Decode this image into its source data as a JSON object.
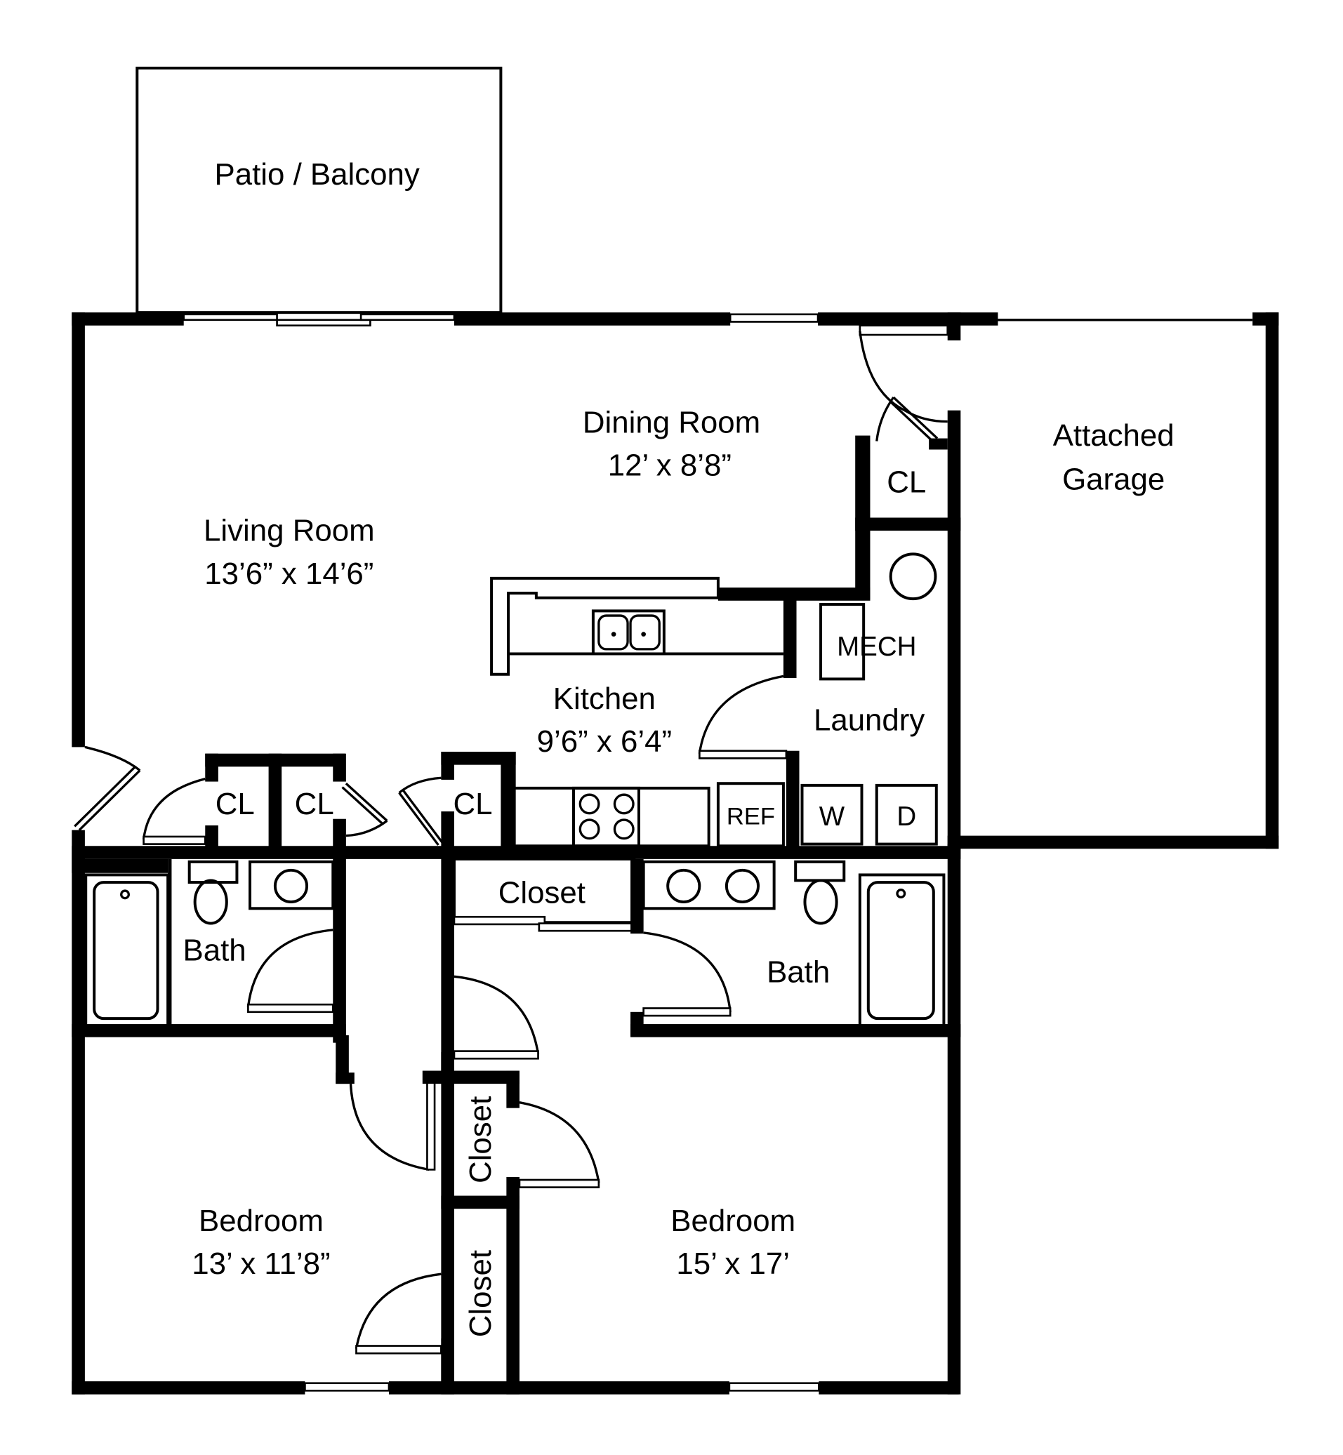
{
  "plan": {
    "colors": {
      "wall": "#000000",
      "background": "#ffffff"
    },
    "rooms": {
      "patio": {
        "name": "Patio / Balcony"
      },
      "living": {
        "name": "Living Room",
        "size": "13’6” x 14’6”"
      },
      "dining": {
        "name": "Dining  Room",
        "size": "12’ x 8’8”"
      },
      "garage": {
        "name_line1": "Attached",
        "name_line2": "Garage"
      },
      "kitchen": {
        "name": "Kitchen",
        "size": "9’6” x 6’4”"
      },
      "laundry": {
        "name": "Laundry"
      },
      "bath_left": {
        "name": "Bath"
      },
      "bath_right": {
        "name": "Bath"
      },
      "hall_closet": {
        "name": "Closet"
      },
      "bedroom_left": {
        "name": "Bedroom",
        "size": "13’ x 11’8”"
      },
      "bedroom_right": {
        "name": "Bedroom",
        "size": "15’ x 17’"
      },
      "closet_upper": {
        "name": "Closet"
      },
      "closet_lower": {
        "name": "Closet"
      }
    },
    "closets": {
      "cl_garage": "CL",
      "cl_entry_1": "CL",
      "cl_entry_2": "CL",
      "cl_kitchen": "CL"
    },
    "appliances": {
      "mech": "MECH",
      "ref": "REF",
      "washer": "W",
      "dryer": "D"
    }
  }
}
